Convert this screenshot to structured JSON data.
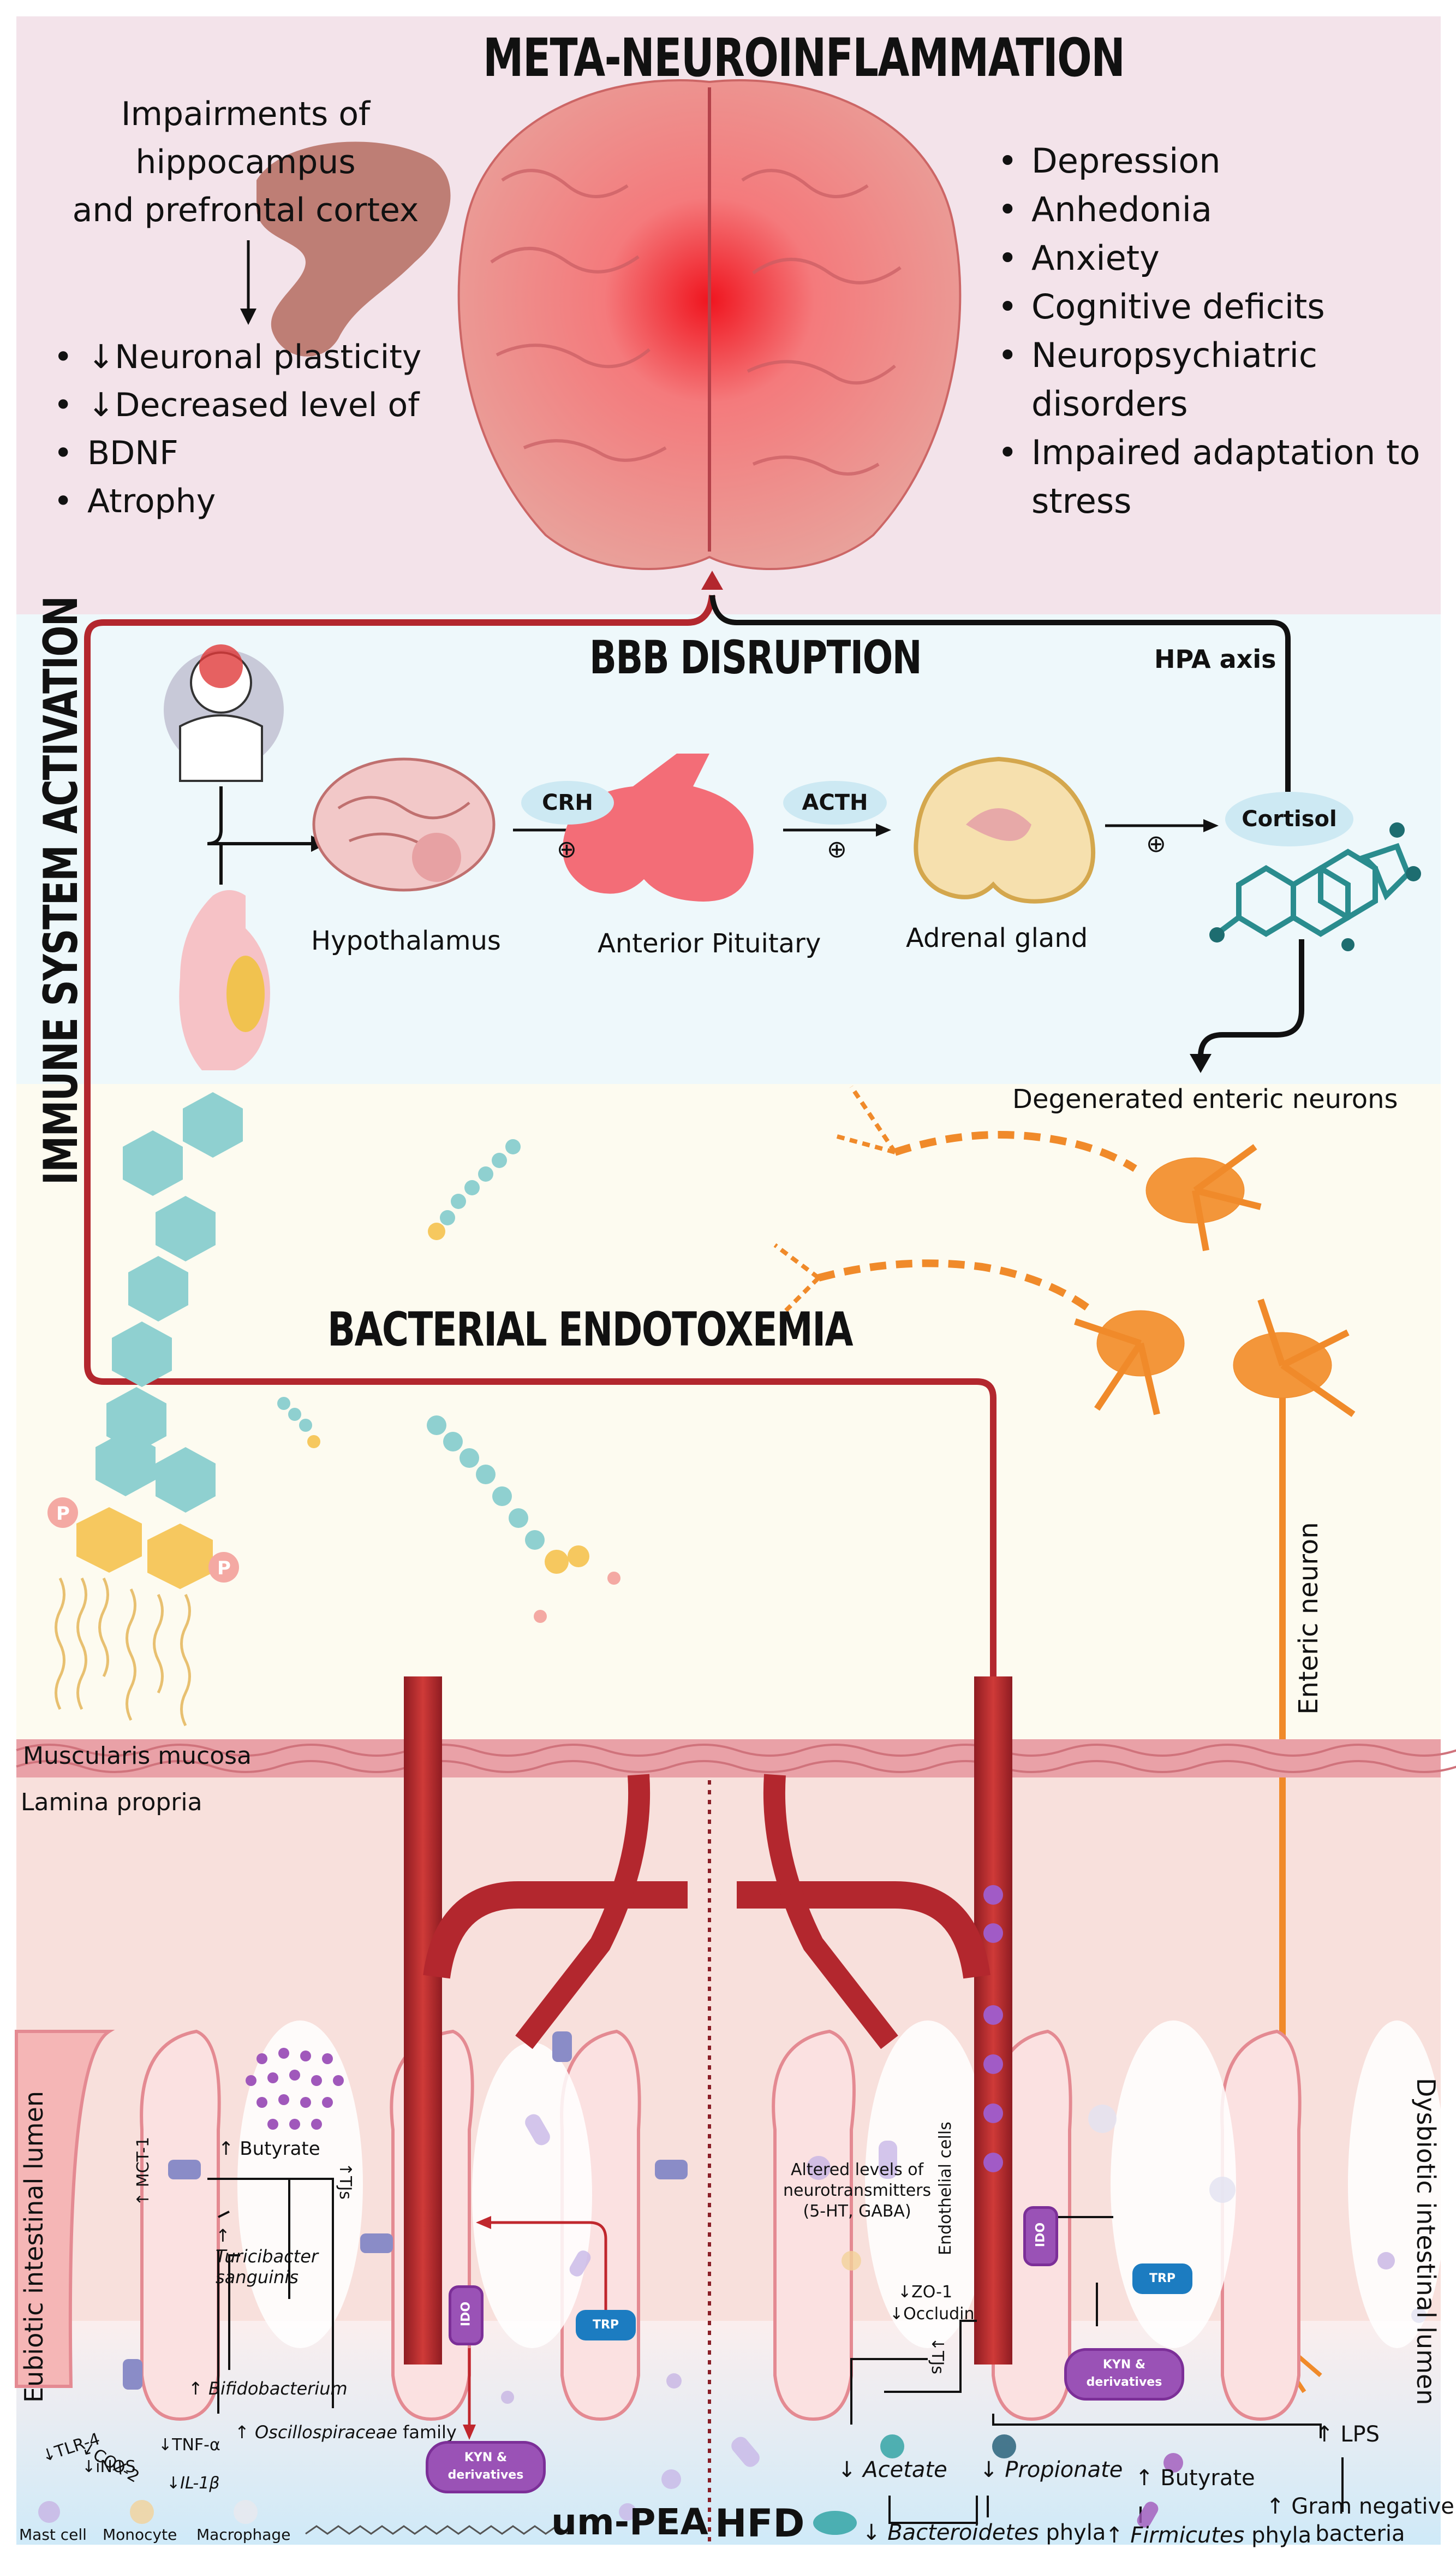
{
  "brain_section": {
    "title": "META-NEUROINFLAMMATION",
    "left_intro": [
      "Impairments of",
      "hippocampus",
      "and prefrontal cortex"
    ],
    "left_items": [
      "↓Neuronal plasticity",
      "↓Decreased level of",
      "BDNF",
      "Atrophy"
    ],
    "right_items": [
      "Depression",
      "Anhedonia",
      "Anxiety",
      "Cognitive deficits",
      "Neuropsychiatric",
      "disorders",
      "Impaired adaptation to",
      "stress"
    ]
  },
  "hpa_section": {
    "title": "BBB DISRUPTION",
    "axis_label": "HPA axis",
    "side_title": "IMMUNE SYSTEM  ACTIVATION",
    "hormones": [
      "CRH",
      "ACTH",
      "Cortisol"
    ],
    "plus": "⊕",
    "organs": [
      "Hypothalamus",
      "Anterior Pituitary",
      "Adrenal gland"
    ]
  },
  "endotoxemia_section": {
    "title": "BACTERIAL ENDOTOXEMIA",
    "neurons_label": "Degenerated enteric neurons",
    "enteric_label": "Enteric neuron",
    "phosphate": "P"
  },
  "gut_section": {
    "muscularis": "Muscularis mucosa",
    "lamina": "Lamina propria",
    "left_lumen": "Eubiotic intestinal lumen",
    "right_lumen": "Dysbiotic intestinal lumen",
    "endothelial": "Endothelial cells",
    "mct1": "↑ MCT-1",
    "butyrate_up": "↑ Butyrate",
    "tjs_up": "↑TJs",
    "turicibacter": "Turicibacter sanguinis",
    "turicibacter_arrow": "↑",
    "bifido": "Bifidobacterium",
    "bifido_arrow": "↑",
    "oscillo": "Oscillospiraceae",
    "oscillo_suffix": "family",
    "oscillo_arrow": "↑",
    "ido": "IDO",
    "trp": "TRP",
    "kyn": "KYN & derivatives",
    "neurotransmitters": [
      "Altered levels of",
      "neurotransmitters",
      "(5-HT, GABA)"
    ],
    "zo1": "↓ZO-1",
    "occludin": "↓Occludin",
    "tjs_down": "↓TJs",
    "tlr4": "↓TLR-4",
    "cox2": "↓COX-2",
    "inos": "↓iNOS",
    "tnfa": "↓TNF-α",
    "il1b": "↓IL-1β",
    "cells": [
      "Mast cell",
      "Monocyte",
      "Macrophage"
    ],
    "left_treatment": "um-PEA",
    "right_treatment": "HFD",
    "acetate": "Acetate",
    "propionate": "Propionate",
    "bacteroidetes": "Bacteroidetes",
    "bacteroidetes_suffix": "phyla",
    "butyrate_right": "↑ Butyrate",
    "firmicutes": "Firmicutes",
    "firmicutes_suffix": "phyla",
    "lps": "↑ LPS",
    "gram_negative": [
      "↑ Gram negative",
      "bacteria"
    ],
    "down_arrow": "↓",
    "up_arrow": "↑"
  },
  "colors": {
    "red_path": "#b3272e",
    "black_path": "#111111",
    "neuron_orange": "#f08a2a",
    "teal": "#8fd0d0",
    "yellow": "#f6c85f",
    "purple_tag": "#9a52b6",
    "blue_tag": "#1c7cc1"
  }
}
